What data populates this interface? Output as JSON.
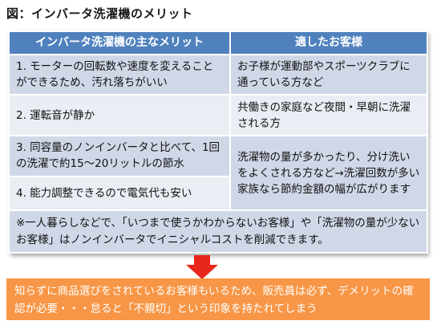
{
  "figure_title": "図：インバータ洗濯機のメリット",
  "table": {
    "headers": [
      "インバータ洗濯機の主なメリット",
      "適したお客様"
    ],
    "merits": [
      "1. モーターの回転数や速度を変えることができるため、汚れ落ちがいい",
      "2. 運転音が静か",
      "3. 同容量のノンインバータと比べて、1回の洗濯で約15～20リットルの節水",
      "4. 能力調整できるので電気代も安い"
    ],
    "customers": [
      "お子様が運動部やスポーツクラブに通っている方など",
      "共働きの家庭など夜間・早朝に洗濯される方",
      "洗濯物の量が多かったり、分け洗いをよくされる方など→洗濯回数が多い家族なら節約金額の幅が広がります"
    ],
    "note": "※一人暮らしなどで、「いつまで使うかわからないお客様」や「洗濯物の量が少ないお客様」はノンインバータでイニシャルコストを削減できます。"
  },
  "conclusion": "知らずに商品選びをされているお客様もいるため、販売員は必ず、デメリットの確認が必要・・・怠ると「不親切」という印象を持たれてしまう",
  "colors": {
    "header": "#4f81bd",
    "row_dark": "#d0d8e8",
    "row_light": "#e9edf4",
    "arrow": "#e8261c",
    "conclusion": "#f79646"
  }
}
